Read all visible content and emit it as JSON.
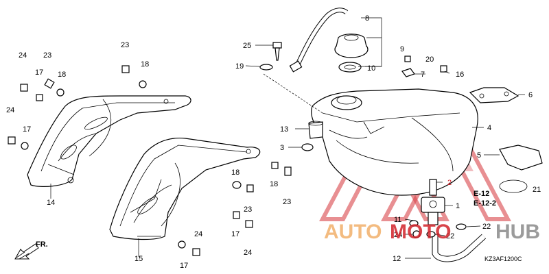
{
  "labels": {
    "l1": "1",
    "l2": "2",
    "l3": "3",
    "l4": "4",
    "l5": "5",
    "l6": "6",
    "l7": "7",
    "l8": "8",
    "l9": "9",
    "l10": "10",
    "l11": "11",
    "l12": "12",
    "l13": "13",
    "l14": "14",
    "l15": "15",
    "l16": "16",
    "l20": "20",
    "l21": "21",
    "l22a": "22",
    "l22b": "22",
    "l23a": "23",
    "l23b": "23",
    "l23c": "23",
    "l23d": "23",
    "l24a": "24",
    "l24b": "24",
    "l24c": "24",
    "l24d": "24",
    "l24e": "24",
    "l17a": "17",
    "l17b": "17",
    "l17c": "17",
    "l17d": "17",
    "l18a": "18",
    "l18b": "18",
    "l18c": "18",
    "l18d": "18",
    "l19": "19",
    "l25": "25"
  },
  "refs": {
    "e12": "E-12",
    "e122": "E-12-2"
  },
  "diagram_code": "KZ3AF1200C",
  "direction_label": "FR.",
  "watermark": {
    "part1": "AUTO",
    "part2": "MOTO",
    "part3": "HUB",
    "color_orange": "#f2b06a",
    "color_red": "#d2232a",
    "color_gray": "#8a8a8a"
  }
}
